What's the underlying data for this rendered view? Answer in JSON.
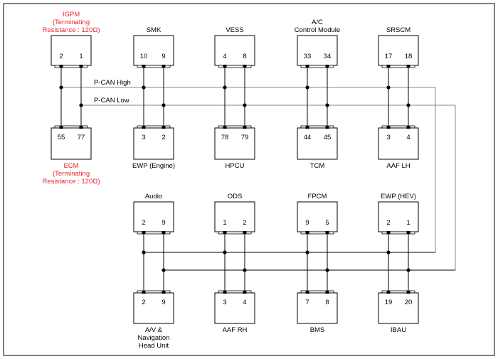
{
  "bus": {
    "high_label": "P-CAN High",
    "low_label": "P-CAN Low"
  },
  "colors": {
    "line": "#000000",
    "terminator": "#e8262b",
    "bus_gray": "#8a8a8a"
  },
  "top_row_a": [
    {
      "id": "igpm",
      "title_lines": [
        "IGPM",
        "(Terminating",
        "Resistance : 120Ω)"
      ],
      "pins": [
        "2",
        "1"
      ],
      "red": true
    },
    {
      "id": "smk",
      "title_lines": [
        "SMK"
      ],
      "pins": [
        "10",
        "9"
      ]
    },
    {
      "id": "vess",
      "title_lines": [
        "VESS"
      ],
      "pins": [
        "4",
        "8"
      ]
    },
    {
      "id": "ac",
      "title_lines": [
        "A/C",
        "Control Module"
      ],
      "pins": [
        "33",
        "34"
      ]
    },
    {
      "id": "srscm",
      "title_lines": [
        "SRSCM"
      ],
      "pins": [
        "17",
        "18"
      ]
    }
  ],
  "bottom_row_a": [
    {
      "id": "ecm",
      "title_lines": [
        "ECM",
        "(Terminating",
        "Resistance : 120Ω)"
      ],
      "pins": [
        "55",
        "77"
      ],
      "red": true
    },
    {
      "id": "ewp-engine",
      "title_lines": [
        "EWP (Engine)"
      ],
      "pins": [
        "3",
        "2"
      ]
    },
    {
      "id": "hpcu",
      "title_lines": [
        "HPCU"
      ],
      "pins": [
        "78",
        "79"
      ]
    },
    {
      "id": "tcm",
      "title_lines": [
        "TCM"
      ],
      "pins": [
        "44",
        "45"
      ]
    },
    {
      "id": "aaf-lh",
      "title_lines": [
        "AAF LH"
      ],
      "pins": [
        "3",
        "4"
      ]
    }
  ],
  "top_row_b": [
    {
      "id": "audio",
      "title_lines": [
        "Audio"
      ],
      "pins": [
        "2",
        "9"
      ]
    },
    {
      "id": "ods",
      "title_lines": [
        "ODS"
      ],
      "pins": [
        "1",
        "2"
      ]
    },
    {
      "id": "fpcm",
      "title_lines": [
        "FPCM"
      ],
      "pins": [
        "9",
        "5"
      ]
    },
    {
      "id": "ewp-hev",
      "title_lines": [
        "EWP (HEV)"
      ],
      "pins": [
        "2",
        "1"
      ]
    }
  ],
  "bottom_row_b": [
    {
      "id": "av-nav",
      "title_lines": [
        "A/V &",
        "Navigation",
        "Head Unit"
      ],
      "pins": [
        "2",
        "9"
      ]
    },
    {
      "id": "aaf-rh",
      "title_lines": [
        "AAF RH"
      ],
      "pins": [
        "3",
        "4"
      ]
    },
    {
      "id": "bms",
      "title_lines": [
        "BMS"
      ],
      "pins": [
        "7",
        "8"
      ]
    },
    {
      "id": "ibau",
      "title_lines": [
        "IBAU"
      ],
      "pins": [
        "19",
        "20"
      ]
    }
  ]
}
